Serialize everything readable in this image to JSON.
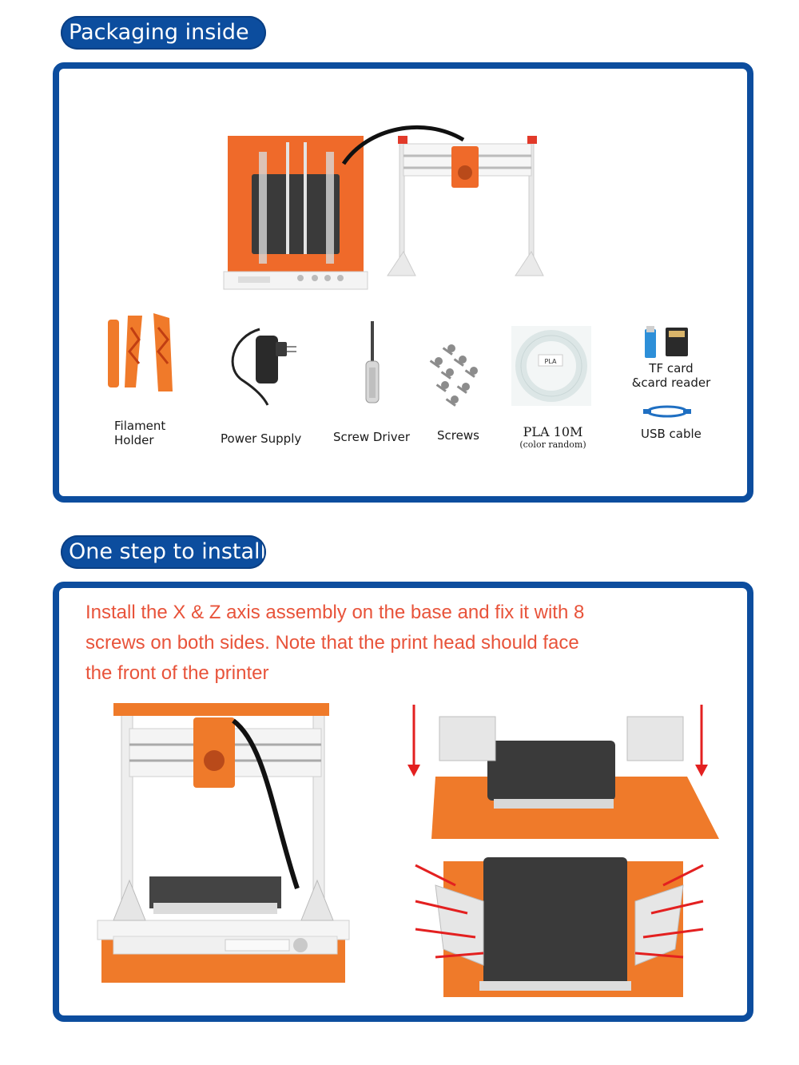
{
  "section1": {
    "title": "Packaging inside",
    "items": [
      {
        "icon": "filament-holder-icon",
        "label_lines": [
          "Filament",
          "Holder"
        ]
      },
      {
        "icon": "power-supply-icon",
        "label_lines": [
          "Power Supply"
        ]
      },
      {
        "icon": "screw-driver-icon",
        "label_lines": [
          "Screw Driver"
        ]
      },
      {
        "icon": "screws-icon",
        "label_lines": [
          "Screws"
        ]
      },
      {
        "icon": "pla-spool-icon",
        "label_lines": [
          "PLA  10M",
          "(color random)"
        ],
        "spool_tag": "PLA"
      },
      {
        "icon": "tf-card-icon",
        "label_lines": [
          "TF card",
          "&card reader"
        ]
      },
      {
        "icon": "usb-cable-icon",
        "label_lines": [
          "USB cable"
        ]
      }
    ]
  },
  "section2": {
    "title": "One step to install",
    "instruction_lines": [
      "Install the X & Z axis assembly on the base and fix it with 8",
      "screws on both sides. Note that the print head should face",
      "the front of the printer"
    ]
  },
  "colors": {
    "brand_blue": "#0c4d9e",
    "accent_orange": "#ef6a2a",
    "instruction_red": "#e8533a",
    "arrow_red": "#e32020"
  }
}
